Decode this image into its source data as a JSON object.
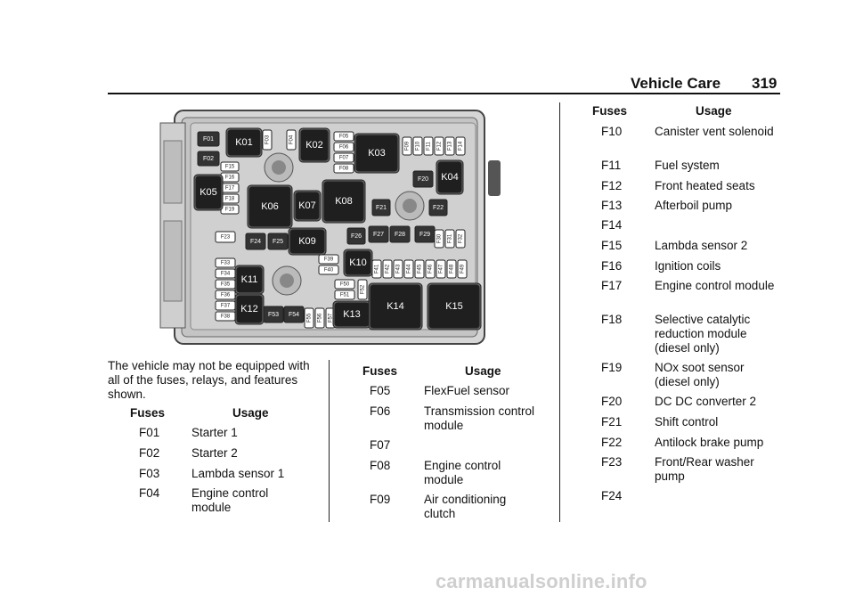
{
  "header": {
    "title": "Vehicle Care",
    "page_number": "319"
  },
  "diagram": {
    "fuses_small": [
      "F01",
      "F02",
      "F03",
      "F04",
      "F05",
      "F06",
      "F07",
      "F08",
      "F09",
      "F10",
      "F11",
      "F12",
      "F13",
      "F14",
      "F15",
      "F16",
      "F17",
      "F18",
      "F19",
      "F20",
      "F21",
      "F22",
      "F23",
      "F24",
      "F25",
      "F26",
      "F27",
      "F28",
      "F29",
      "F30",
      "F31",
      "F32",
      "F33",
      "F34",
      "F35",
      "F36",
      "F37",
      "F38",
      "F39",
      "F40",
      "F41",
      "F42",
      "F43",
      "F44",
      "F45",
      "F46",
      "F47",
      "F48",
      "F49",
      "F50",
      "F51",
      "F52",
      "F53",
      "F54",
      "F55",
      "F56",
      "F57"
    ],
    "relays": [
      "K01",
      "K02",
      "K03",
      "K04",
      "K05",
      "K06",
      "K07",
      "K08",
      "K09",
      "K10",
      "K11",
      "K12",
      "K13",
      "K14",
      "K15"
    ]
  },
  "intro_text": "The vehicle may not be equipped with all of the fuses, relays, and features shown.",
  "table_header": {
    "fuses": "Fuses",
    "usage": "Usage"
  },
  "tables": [
    {
      "rows": [
        {
          "fuse": "F01",
          "usage": "Starter 1"
        },
        {
          "fuse": "F02",
          "usage": "Starter 2"
        },
        {
          "fuse": "F03",
          "usage": "Lambda sensor 1"
        },
        {
          "fuse": "F04",
          "usage": "Engine control module"
        }
      ]
    },
    {
      "rows": [
        {
          "fuse": "F05",
          "usage": "FlexFuel sensor"
        },
        {
          "fuse": "F06",
          "usage": "Transmission control module"
        },
        {
          "fuse": "F07",
          "usage": ""
        },
        {
          "fuse": "F08",
          "usage": "Engine control module"
        },
        {
          "fuse": "F09",
          "usage": "Air conditioning clutch"
        }
      ]
    },
    {
      "rows": [
        {
          "fuse": "F10",
          "usage": "Canister vent solenoid"
        },
        {
          "fuse": "F11",
          "usage": "Fuel system"
        },
        {
          "fuse": "F12",
          "usage": "Front heated seats"
        },
        {
          "fuse": "F13",
          "usage": "Afterboil pump"
        },
        {
          "fuse": "F14",
          "usage": ""
        },
        {
          "fuse": "F15",
          "usage": "Lambda sensor 2"
        },
        {
          "fuse": "F16",
          "usage": "Ignition coils"
        },
        {
          "fuse": "F17",
          "usage": "Engine control module"
        },
        {
          "fuse": "F18",
          "usage": "Selective catalytic reduction module (diesel only)"
        },
        {
          "fuse": "F19",
          "usage": "NOx soot sensor (diesel only)"
        },
        {
          "fuse": "F20",
          "usage": "DC DC converter 2"
        },
        {
          "fuse": "F21",
          "usage": "Shift control"
        },
        {
          "fuse": "F22",
          "usage": "Antilock brake pump"
        },
        {
          "fuse": "F23",
          "usage": "Front/Rear washer pump"
        },
        {
          "fuse": "F24",
          "usage": ""
        }
      ]
    }
  ],
  "watermark": "carmanualsonline.info"
}
